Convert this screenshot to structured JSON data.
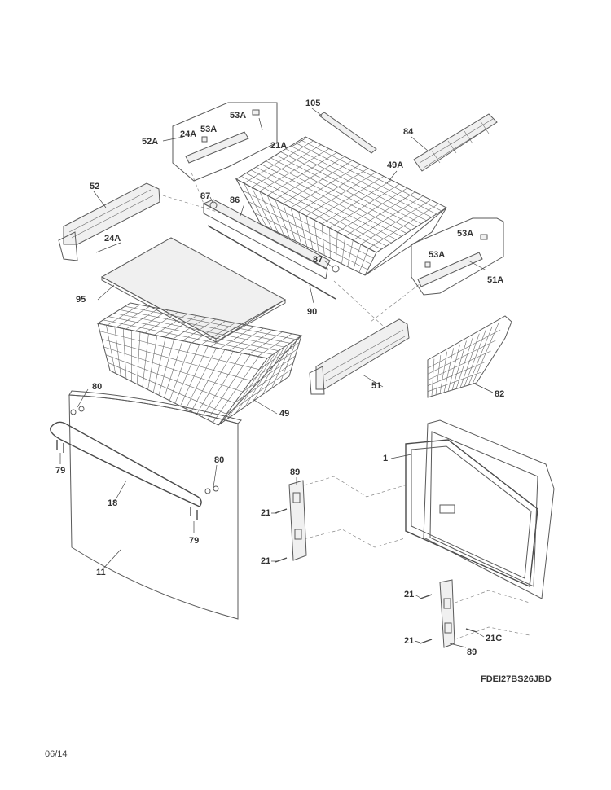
{
  "model_number": "FDEI27BS26JBD",
  "revision_date": "06/14",
  "callouts": {
    "c105": "105",
    "c53A_a": "53A",
    "c53A_b": "53A",
    "c24A_a": "24A",
    "c52A": "52A",
    "c21A": "21A",
    "c84": "84",
    "c49A": "49A",
    "c52": "52",
    "c87_a": "87",
    "c86": "86",
    "c24A_b": "24A",
    "c53A_c": "53A",
    "c53A_d": "53A",
    "c87_b": "87",
    "c51A": "51A",
    "c95": "95",
    "c90": "90",
    "c51": "51",
    "c82": "82",
    "c49": "49",
    "c80_a": "80",
    "c80_b": "80",
    "c79_a": "79",
    "c79_b": "79",
    "c18": "18",
    "c11": "11",
    "c89_a": "89",
    "c89_b": "89",
    "c1": "1",
    "c21_a": "21",
    "c21_b": "21",
    "c21_c": "21",
    "c21_d": "21",
    "c21C": "21C"
  }
}
